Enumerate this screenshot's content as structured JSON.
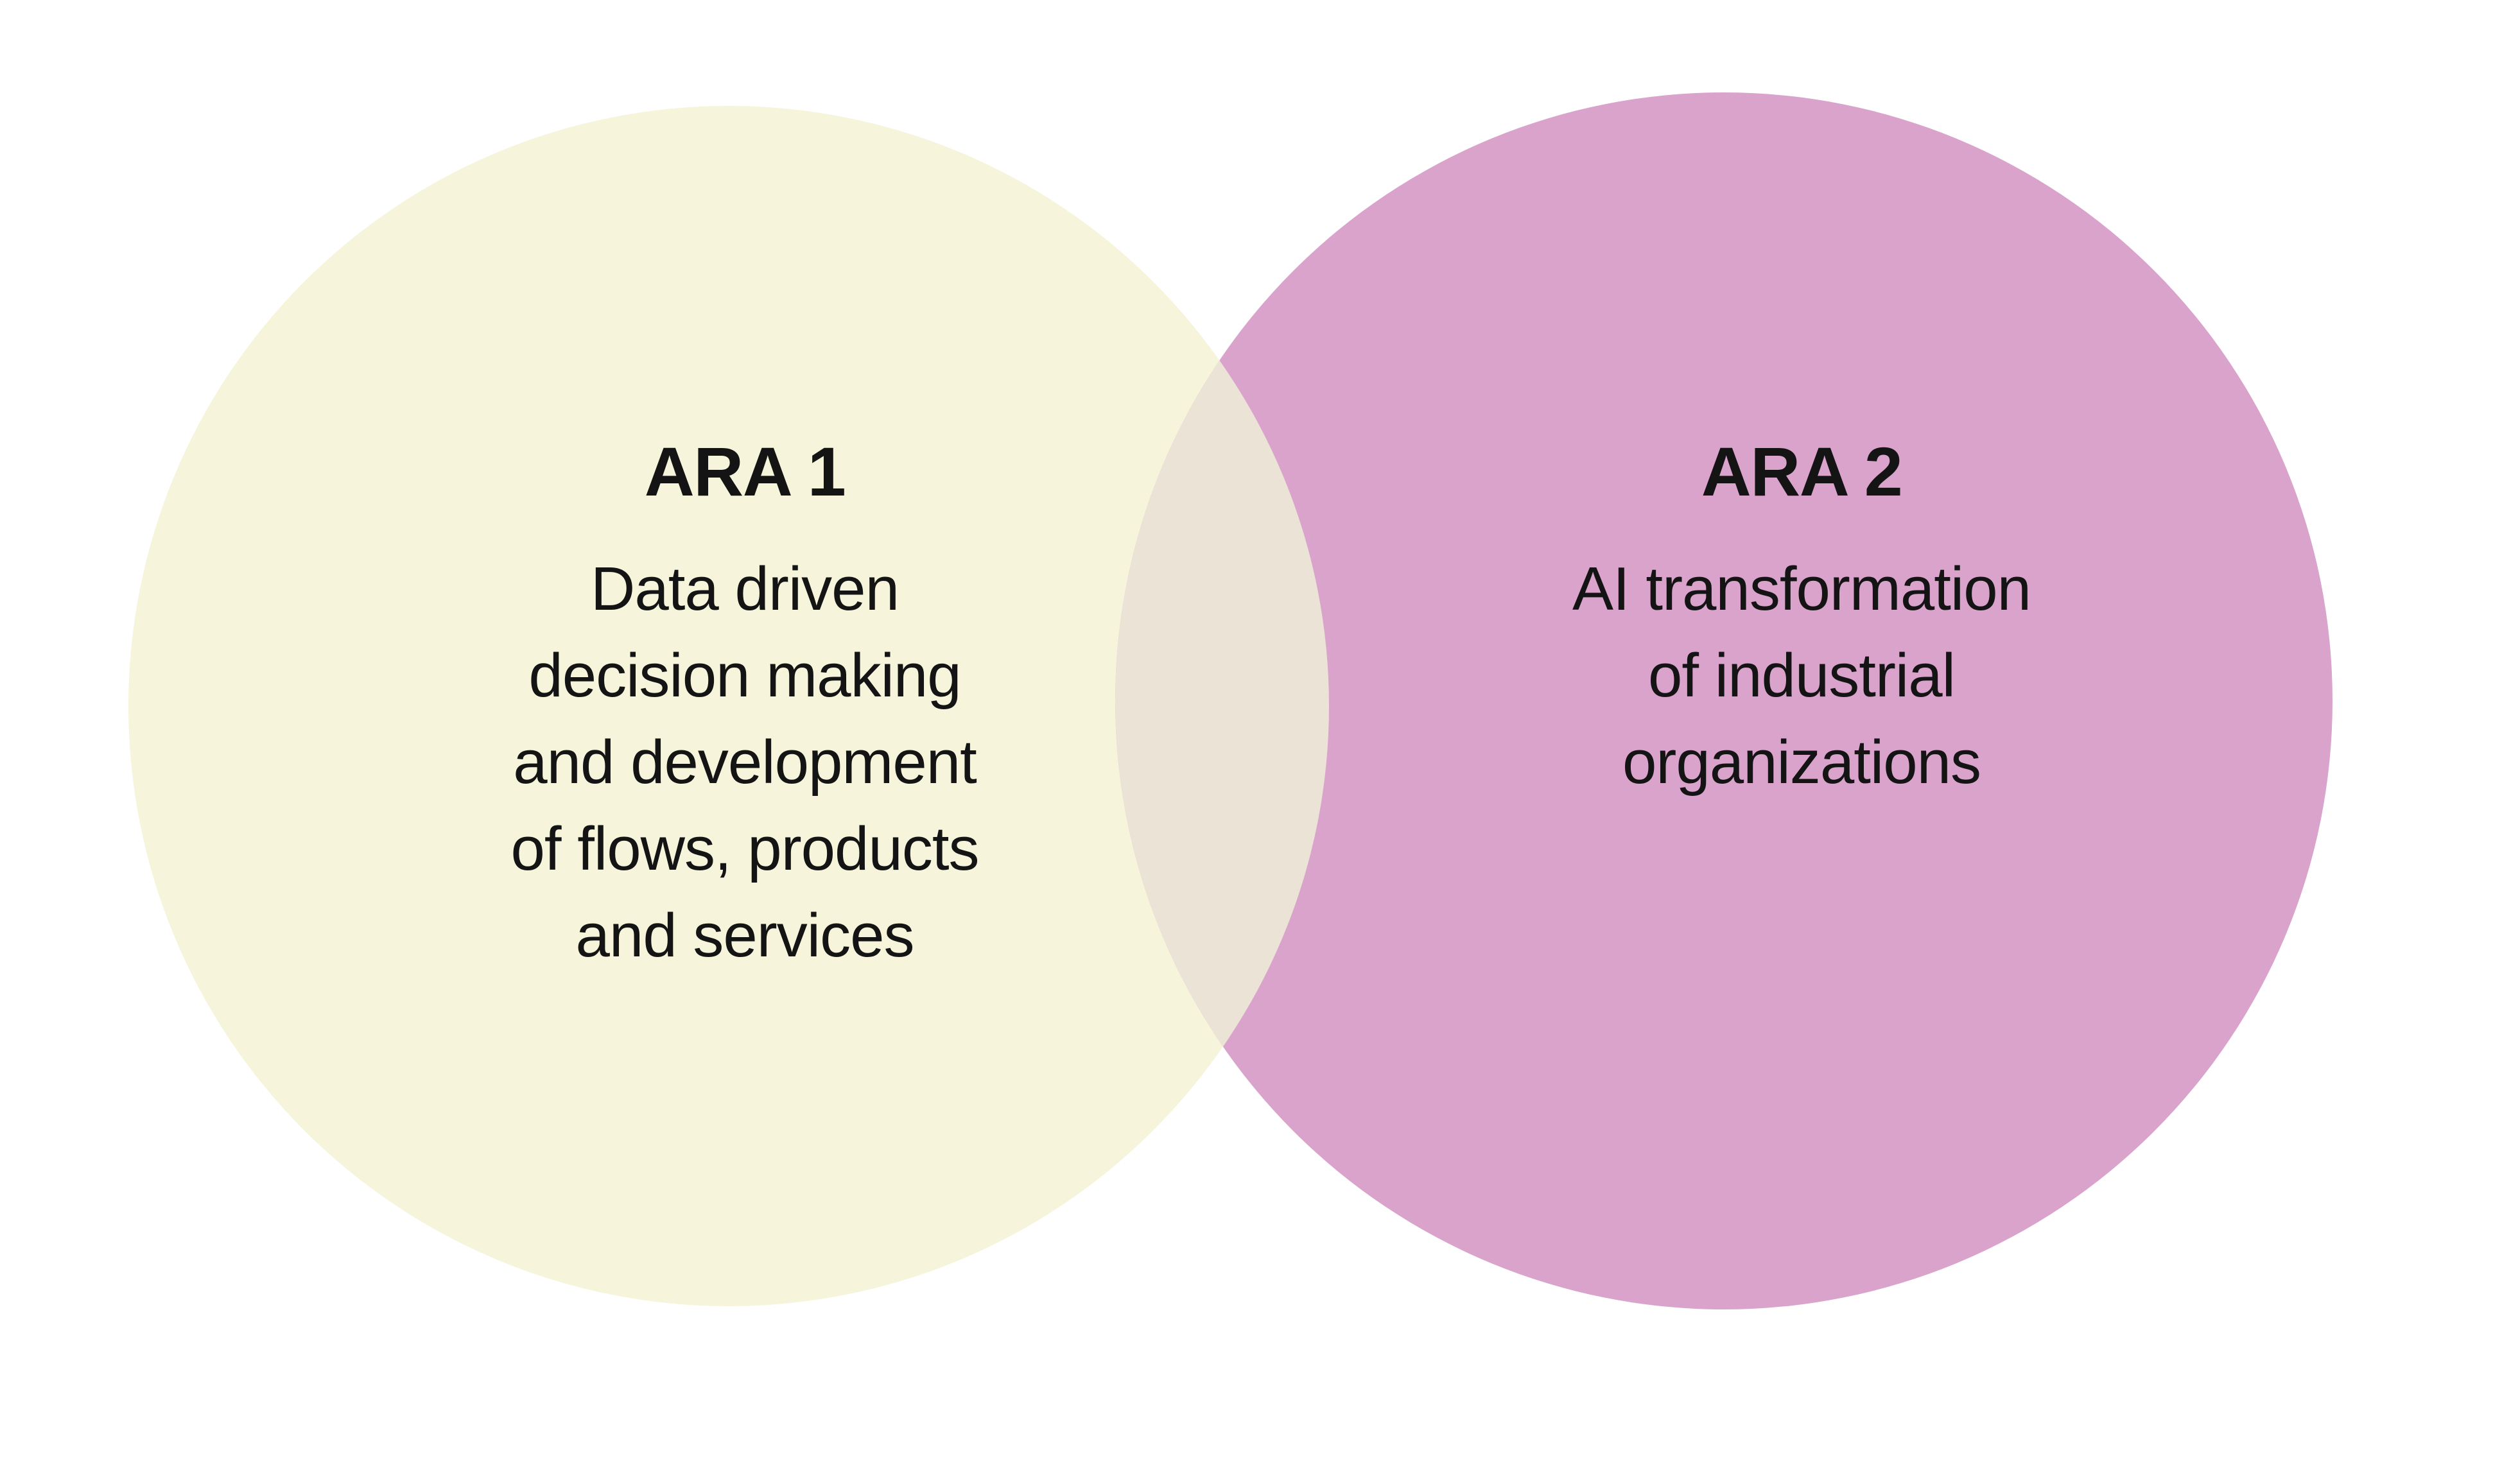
{
  "diagram": {
    "type": "venn",
    "background_color": "#ffffff",
    "text_color": "#141414",
    "left_circle": {
      "label": "ARA 1",
      "description_lines": [
        "Data driven",
        "decision making",
        "and development",
        "of flows, products",
        "and services"
      ],
      "fill": "#f6f5dc"
    },
    "right_circle": {
      "label": "ARA 2",
      "description_lines": [
        "AI transformation",
        "of industrial",
        "organizations"
      ],
      "fill": "#d9a3cc"
    },
    "overlap_fill": "#ece3d7"
  }
}
